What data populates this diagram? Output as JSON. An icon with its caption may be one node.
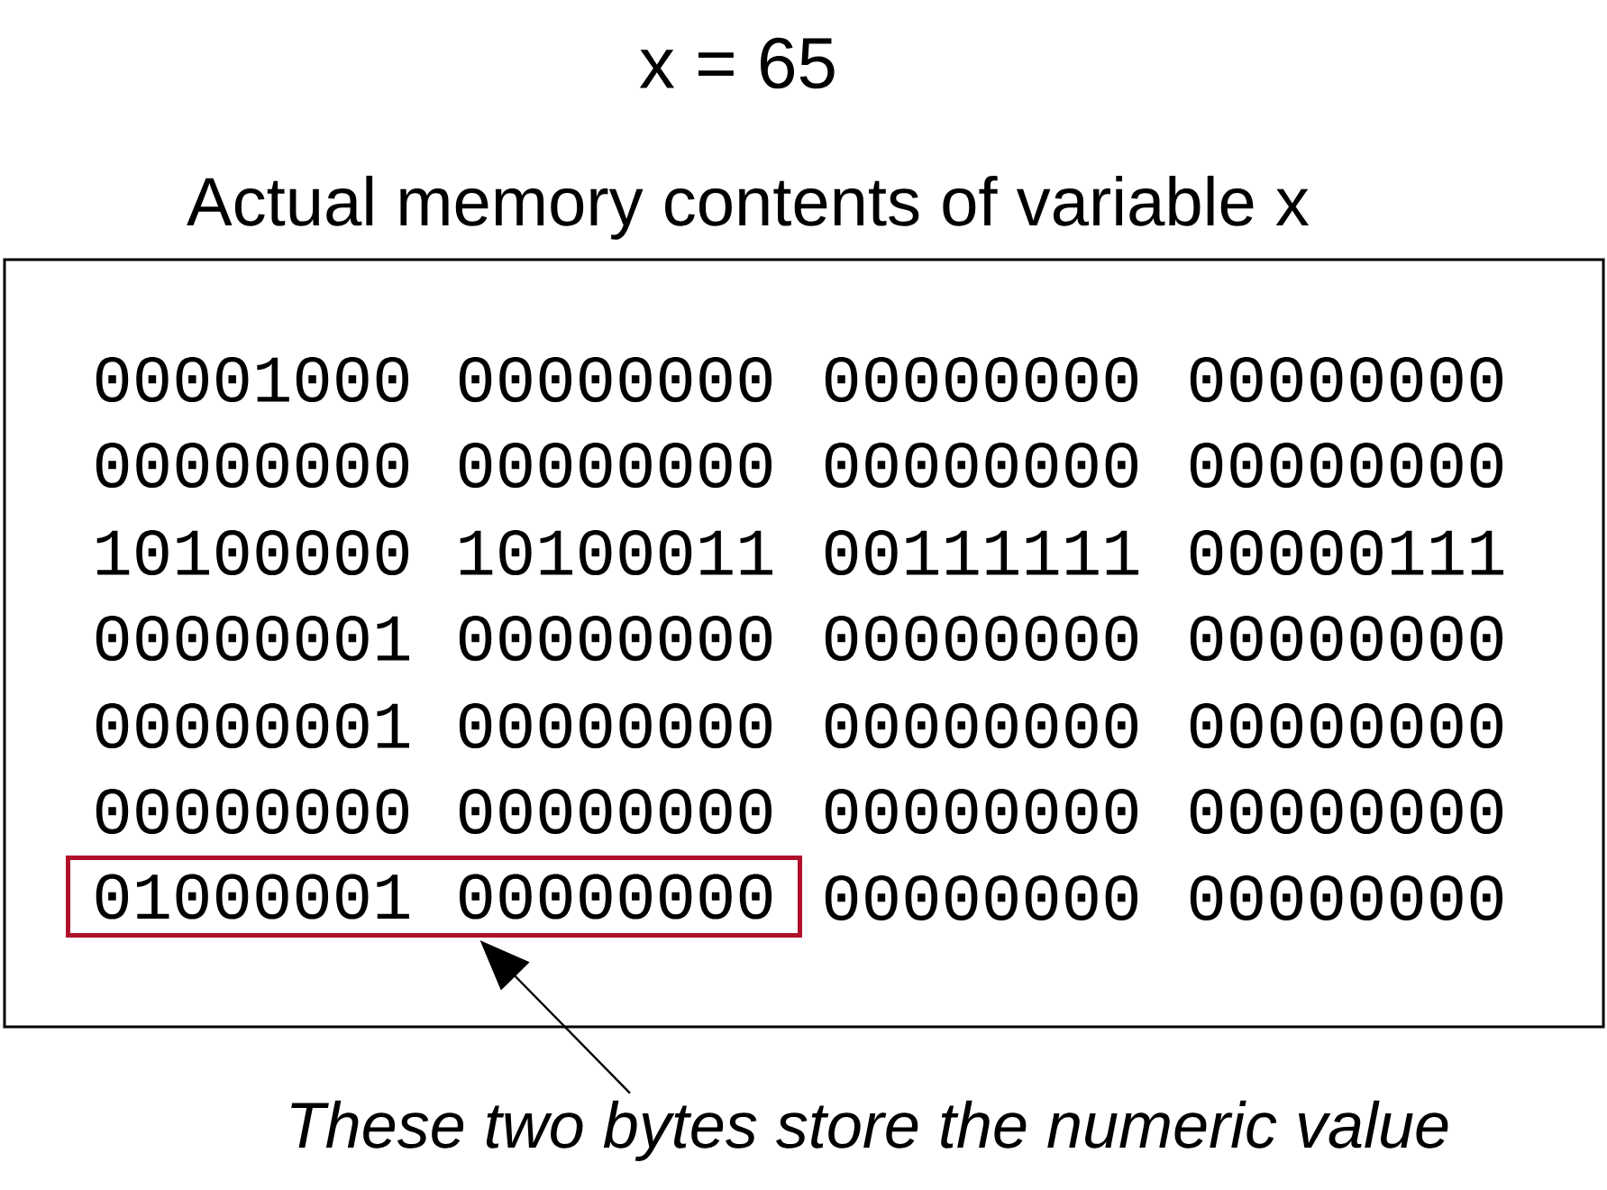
{
  "diagram": {
    "title": "x = 65",
    "nodes": [
      {
        "text": [
          "Actual memory contents of variable x"
        ]
      },
      {
        "text": [
          "01000001",
          "00000000"
        ],
        "in": 0
      },
      {
        "text": [
          "These two bytes store the numeric value"
        ]
      }
    ],
    "edges": [
      {
        "from": 2,
        "to": 1,
        "arrow": "to"
      }
    ],
    "labels": [
      "00001000",
      "00000000",
      "00000000",
      "00000000",
      "00000000",
      "00000000",
      "00000000",
      "00000000",
      "10100000",
      "10100011",
      "00111111",
      "00000111",
      "00000001",
      "00000000",
      "00000000",
      "00000000",
      "00000001",
      "00000000",
      "00000000",
      "00000000",
      "00000000",
      "00000000",
      "00000000",
      "00000000",
      "00000000",
      "00000000"
    ]
  }
}
